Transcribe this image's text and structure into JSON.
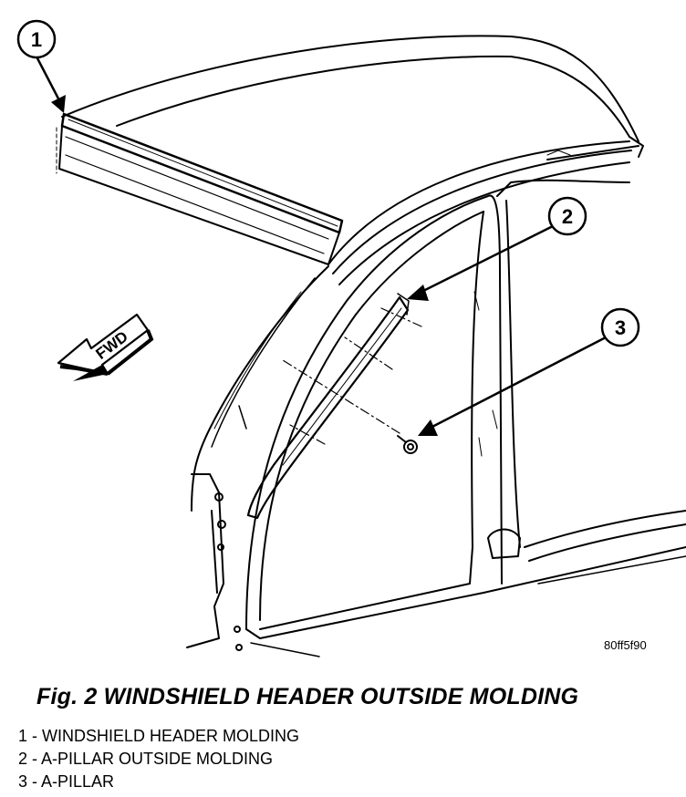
{
  "callouts": [
    {
      "number": "1"
    },
    {
      "number": "2"
    },
    {
      "number": "3"
    }
  ],
  "direction_label": "FWD",
  "image_id": "80ff5f90",
  "caption": "Fig. 2 WINDSHIELD HEADER OUTSIDE MOLDING",
  "legend": [
    {
      "text": "1 - WINDSHIELD HEADER MOLDING"
    },
    {
      "text": "2 - A-PILLAR OUTSIDE MOLDING"
    },
    {
      "text": "3 - A-PILLAR"
    }
  ]
}
